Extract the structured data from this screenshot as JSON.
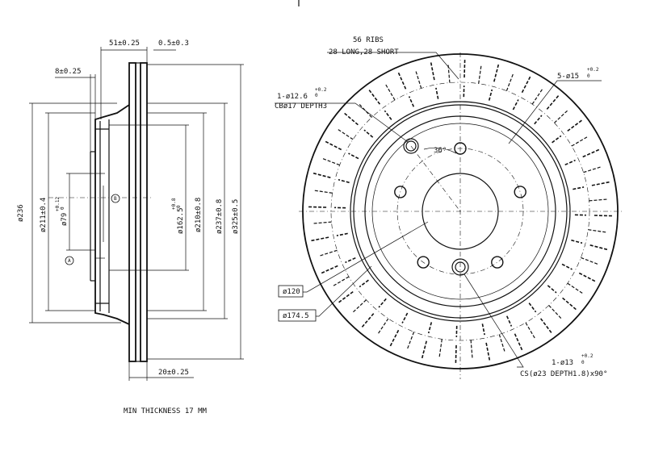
{
  "side_view": {
    "dims": {
      "width_top": "51±0.25",
      "offset_top": "0.5±0.3",
      "hat_thickness": "8±0.25",
      "od_236": "ø236",
      "d_211": "ø211±0.4",
      "d_79": "ø79",
      "d_79_tol": "+0.12",
      "d_79_tol2": "0",
      "d_162": "ø162.5",
      "d_162_tol": "+0.8",
      "d_162_tol2": "0",
      "d_210": "ø210±0.8",
      "d_237": "ø237±0.8",
      "d_325": "ø325±0.5",
      "thickness_bottom": "20±0.25"
    },
    "datum_a": "A",
    "datum_b": "B"
  },
  "front_view": {
    "ribs_title": "56 RIBS",
    "ribs_detail": "28 LONG,28 SHORT",
    "hole1_a": "1-ø12.6",
    "hole1_tol": "+0.2",
    "hole1_tol2": "0",
    "hole1_b": "CBø17 DEPTH3",
    "holes5": "5-ø15",
    "holes5_tol": "+0.2",
    "holes5_tol2": "0",
    "angle": "36°",
    "d120": "ø120",
    "d174": "ø174.5",
    "hole13_a": "1-ø13",
    "hole13_tol": "+0.2",
    "hole13_tol2": "0",
    "hole13_b": "CS(ø23 DEPTH1.8)x90°"
  },
  "note": "MIN THICKNESS 17 MM"
}
